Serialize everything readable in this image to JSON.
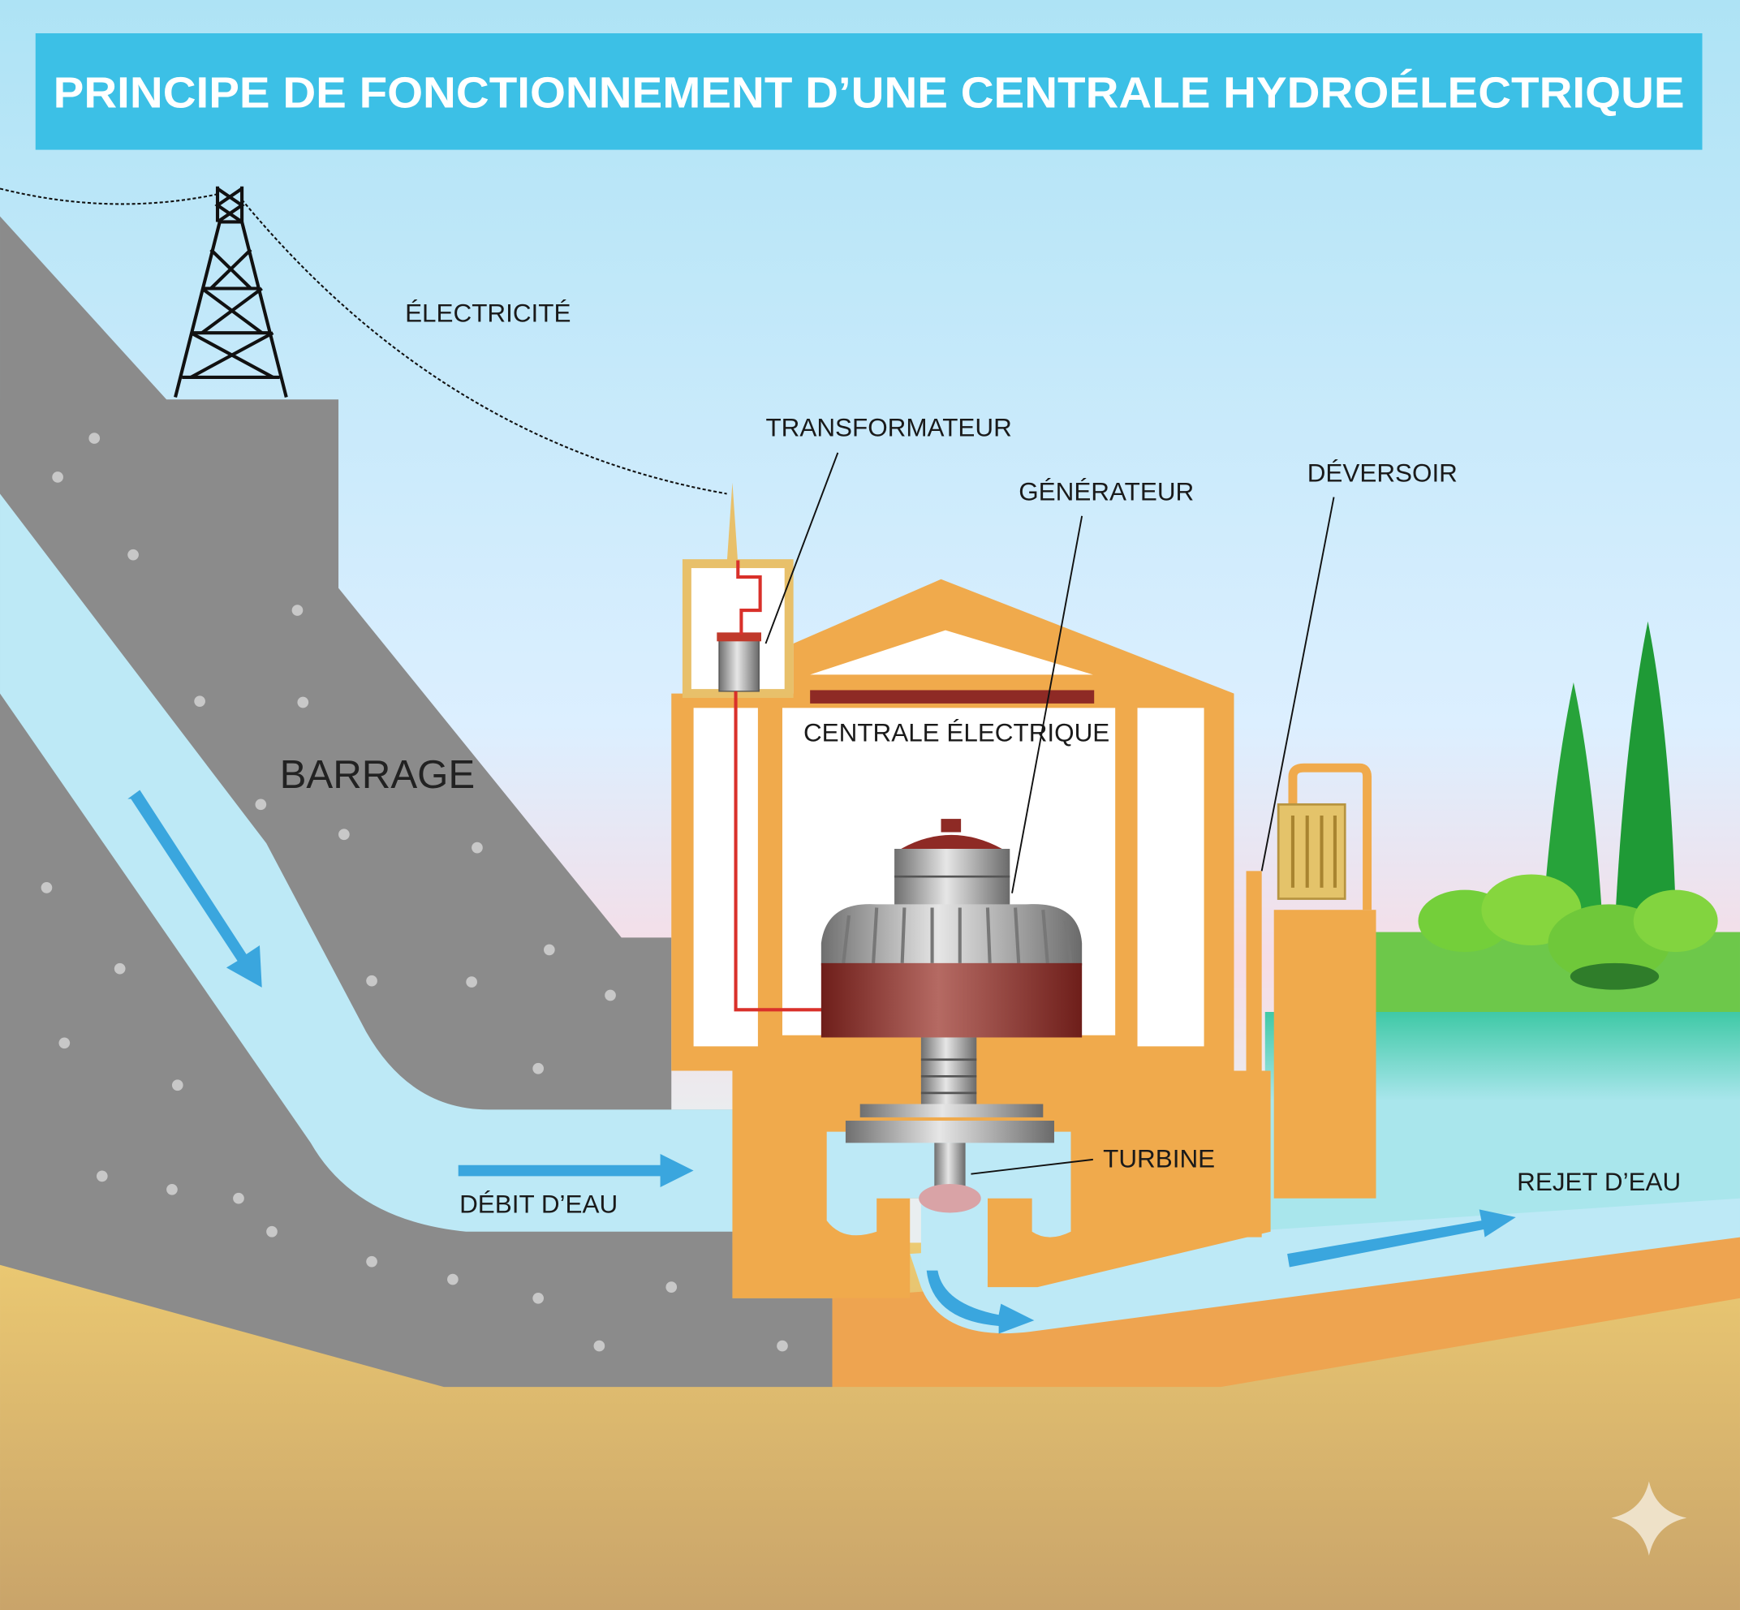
{
  "title": "PRINCIPE DE FONCTIONNEMENT D’UNE CENTRALE HYDROÉLECTRIQUE",
  "labels": {
    "electricity": "ÉLECTRICITÉ",
    "transformer": "TRANSFORMATEUR",
    "generator": "GÉNÉRATEUR",
    "spillway": "DÉVERSOIR",
    "power_station": "CENTRALE ÉLECTRIQUE",
    "dam": "BARRAGE",
    "water_flow": "DÉBIT D’EAU",
    "turbine": "TURBINE",
    "water_discharge": "REJET D’EAU"
  },
  "colors": {
    "title_bar": "#3cc0e6",
    "dam": "#8a8a8a",
    "water": "#bde9f6",
    "building": "#f0aa4c",
    "ground": "#e7c46c",
    "arrow": "#3aa6de",
    "generator": "#8e2a25"
  }
}
